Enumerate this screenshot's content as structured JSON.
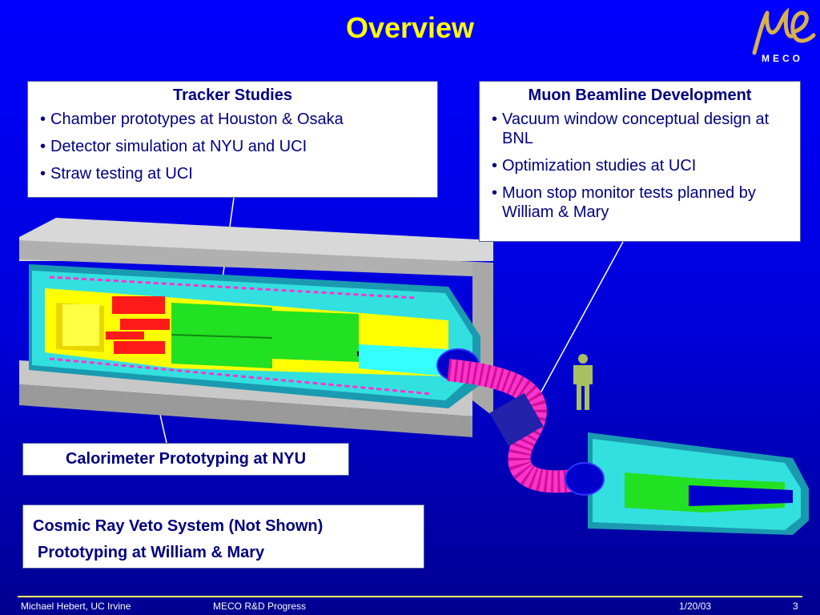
{
  "slide": {
    "title": "Overview",
    "logo_text": "MECO"
  },
  "tracker": {
    "heading": "Tracker Studies",
    "items": [
      "Chamber prototypes at Houston & Osaka",
      "Detector simulation at NYU and UCI",
      "Straw testing at UCI"
    ]
  },
  "muon": {
    "heading": "Muon Beamline Development",
    "items": [
      "Vacuum window conceptual design at BNL",
      "Optimization studies at UCI",
      "Muon stop monitor tests planned by William & Mary"
    ]
  },
  "calorimeter": {
    "label": "Calorimeter Prototyping at NYU"
  },
  "cosmic": {
    "line1": "Cosmic Ray Veto System (Not Shown)",
    "line2": "Prototyping at William & Mary"
  },
  "footer": {
    "author": "Michael Hebert, UC Irvine",
    "talk": "MECO R&D Progress",
    "date": "1/20/03",
    "page": "3"
  },
  "colors": {
    "background": "#0000ff",
    "title": "#ffff00",
    "box_text": "#000080",
    "shield": "#c0c0c0",
    "solenoid_cyan": "#33e0e0",
    "target_yellow": "#ffff00",
    "tracker_green": "#22e022",
    "calorimeter_red": "#ff1a1a",
    "transport_magenta": "#ff33cc"
  }
}
